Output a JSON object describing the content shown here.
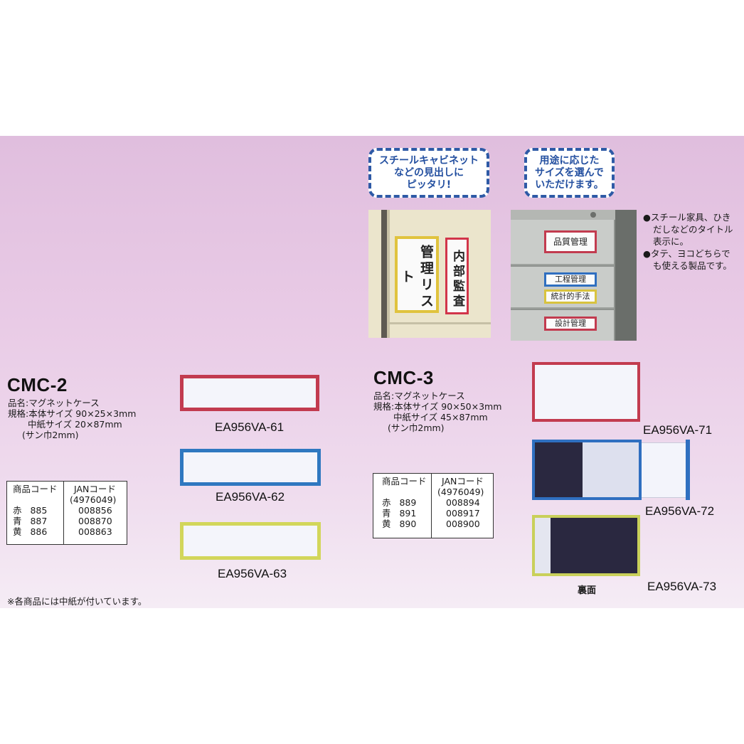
{
  "cmc2": {
    "model": "CMC-2",
    "product_name": "品名:マグネットケース",
    "spec_body": "規格:本体サイズ 90×25×3mm",
    "spec_paper": "中紙サイズ 20×87mm",
    "spec_frame": "(サン巾2mm)",
    "table": {
      "header_code": "商品コード",
      "header_jan": "JANコード",
      "jan_prefix": "(4976049)",
      "rows": [
        {
          "color": "赤",
          "code": "885",
          "jan": "008856"
        },
        {
          "color": "青",
          "code": "887",
          "jan": "008870"
        },
        {
          "color": "黄",
          "code": "886",
          "jan": "008863"
        }
      ]
    },
    "parts": [
      {
        "label": "EA956VA-61",
        "color": "#c23b4f"
      },
      {
        "label": "EA956VA-62",
        "color": "#2f78c0"
      },
      {
        "label": "EA956VA-63",
        "color": "#d2d65a"
      }
    ]
  },
  "cmc3": {
    "model": "CMC-3",
    "product_name": "品名:マグネットケース",
    "spec_body": "規格:本体サイズ 90×50×3mm",
    "spec_paper": "中紙サイズ 45×87mm",
    "spec_frame": "(サン巾2mm)",
    "table": {
      "header_code": "商品コード",
      "header_jan": "JANコード",
      "jan_prefix": "(4976049)",
      "rows": [
        {
          "color": "赤",
          "code": "889",
          "jan": "008894"
        },
        {
          "color": "青",
          "code": "891",
          "jan": "008917"
        },
        {
          "color": "黄",
          "code": "890",
          "jan": "008900"
        }
      ]
    },
    "parts": [
      {
        "label": "EA956VA-71",
        "color": "#c23b4f"
      },
      {
        "label": "EA956VA-72",
        "color": "#2f6fc0"
      },
      {
        "label": "EA956VA-73",
        "color": "#c9d05a"
      }
    ],
    "back_label": "裏面"
  },
  "bubbles": {
    "left": [
      "スチールキャビネット",
      "などの見出しに",
      "ピッタリ!"
    ],
    "right": [
      "用途に応じた",
      "サイズを選んで",
      "いただけます。"
    ]
  },
  "photo_left": {
    "label_yellow": "管理リスト",
    "label_red": "内部監査"
  },
  "photo_right": {
    "labels": [
      "品質管理",
      "工程管理",
      "統計的手法",
      "設計管理"
    ]
  },
  "notes": [
    "●スチール家具、ひき",
    "だしなどのタイトル",
    "表示に。",
    "●タテ、ヨコどちらで",
    "も使える製品です。"
  ],
  "footnote": "※各商品には中紙が付いています。",
  "colors": {
    "red": "#c23b4f",
    "blue": "#2f78c0",
    "yellow": "#d2d65a",
    "bubble_blue": "#2e5aa6",
    "magnet_dark": "#2a2840"
  }
}
